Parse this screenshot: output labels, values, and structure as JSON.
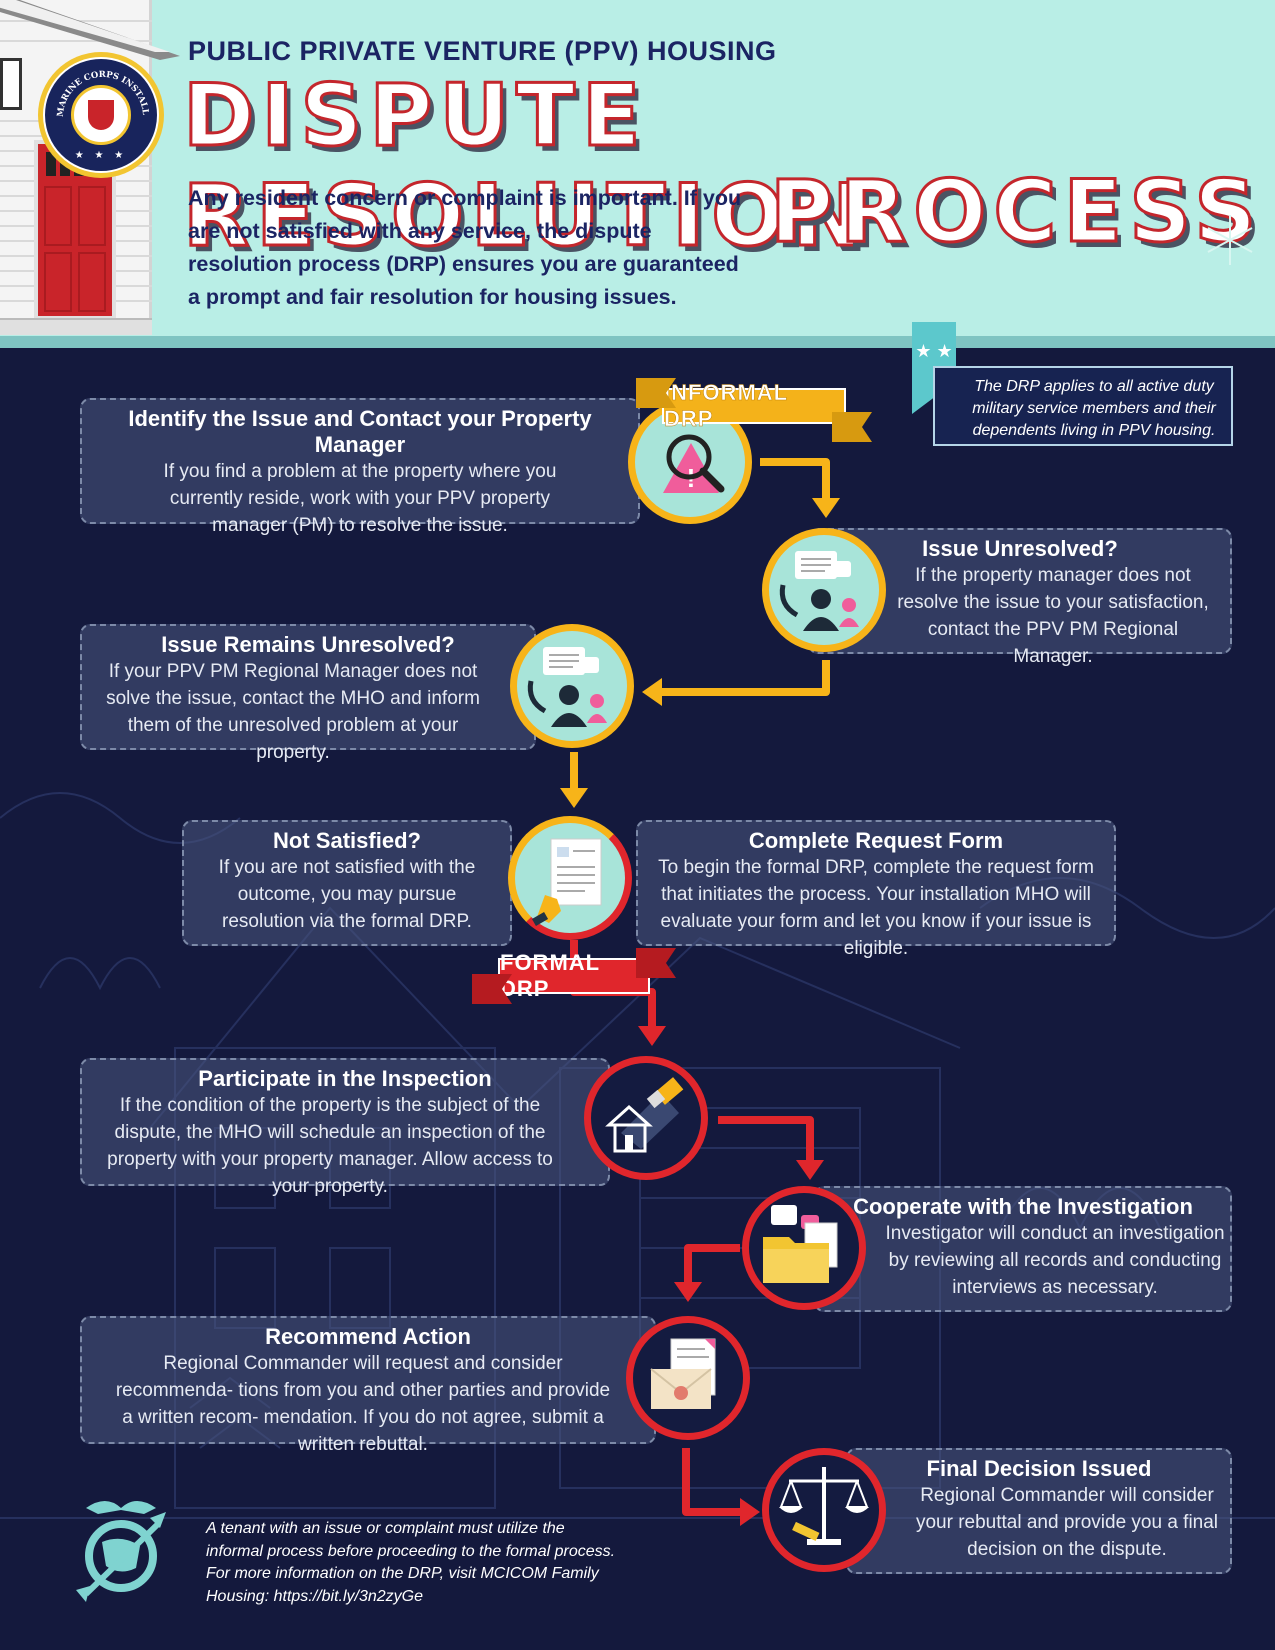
{
  "header": {
    "subtitle": "PUBLIC PRIVATE VENTURE (PPV) HOUSING",
    "title_line1": "DISPUTE RESOLUTION",
    "title_line2": "PROCESS",
    "intro": "Any resident concern or complaint is important. If you are not satisfied with any service, the dispute resolution process (DRP) ensures you are guaranteed a prompt and fair resolution for housing issues.",
    "seal_text": "MARINE CORPS INSTALLATIONS COMMAND"
  },
  "note": {
    "text": "The DRP applies to all active duty military service members and their dependents living in PPV housing.",
    "stars": "★ ★"
  },
  "banners": {
    "informal": "INFORMAL DRP",
    "formal": "FORMAL DRP"
  },
  "steps": [
    {
      "title": "Identify the Issue and Contact your Property Manager",
      "text": "If you find a problem at the property where you currently reside, work with your PPV property manager (PM) to resolve the issue.",
      "icon": "magnifier-warning-icon"
    },
    {
      "title": "Issue Unresolved?",
      "text": "If the property manager does not resolve the issue to your satisfaction, contact the PPV PM Regional Manager.",
      "icon": "phone-call-icon"
    },
    {
      "title": "Issue Remains Unresolved?",
      "text": "If your PPV PM Regional Manager does not solve the issue, contact the MHO and inform them of the unresolved problem at your property.",
      "icon": "phone-call-icon"
    },
    {
      "title": "Not Satisfied?",
      "text": "If you are not satisfied with the outcome, you may pursue resolution via the formal DRP.",
      "icon": "form-icon"
    },
    {
      "title": "Complete Request Form",
      "text": "To begin the formal DRP, complete the request form that initiates the process. Your installation MHO will evaluate your form and let you know if your issue is eligible.",
      "icon": "form-icon"
    },
    {
      "title": "Participate in the Inspection",
      "text": "If the condition of the property is the subject of the dispute, the MHO will schedule an inspection of the property with your property manager. Allow access to your property.",
      "icon": "flashlight-house-icon"
    },
    {
      "title": "Cooperate with the Investigation",
      "text": "Investigator will conduct an investigation by reviewing all records and conducting interviews as necessary.",
      "icon": "folder-icon"
    },
    {
      "title": "Recommend Action",
      "text": "Regional Commander will request and consider recommenda- tions from you and other parties and provide a written recom- mendation. If you do not agree, submit a written rebuttal.",
      "icon": "envelope-icon"
    },
    {
      "title": "Final Decision Issued",
      "text": "Regional Commander will consider your rebuttal and provide you a final decision on the dispute.",
      "icon": "scales-icon"
    }
  ],
  "footer": {
    "text": "A tenant with an issue or complaint must utilize the informal process before proceeding to the formal process. For more information on the DRP, visit MCICOM Family Housing: https://bit.ly/3n2zyGe"
  },
  "colors": {
    "navy": "#14193d",
    "teal": "#b9eee6",
    "yellow": "#f7b419",
    "red": "#e0262c"
  }
}
